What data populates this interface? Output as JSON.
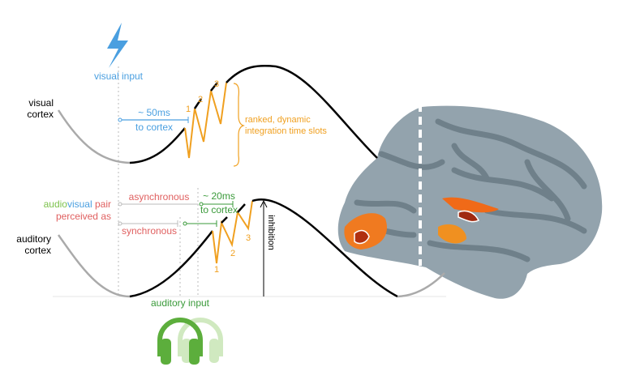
{
  "labels": {
    "visual_input": "visual input",
    "visual_cortex": [
      "visual",
      "cortex"
    ],
    "auditory_cortex": [
      "auditory",
      "cortex"
    ],
    "visual_delay": "~ 50ms",
    "visual_delay_sub": "to cortex",
    "auditory_delay": "~ 20ms",
    "auditory_delay_sub": "to cortex",
    "slots": [
      "ranked, dynamic",
      "integration time slots"
    ],
    "av_audio": "audio",
    "av_visual": "visual",
    "av_pair": " pair",
    "perceived_as": "perceived as",
    "asynchronous": "asynchronous",
    "synchronous": "synchronous",
    "inhibition": "inhibition",
    "auditory_input": "auditory input",
    "slot_numbers": [
      "1",
      "2",
      "3"
    ]
  },
  "icons": {
    "lightning": "lightning-bolt-icon",
    "headphones": "headphones-icon"
  },
  "colors": {
    "visual": "#4a9fe0",
    "auditory": "#5cae3c",
    "orange": "#f0a020",
    "red": "#e06060",
    "brain": "#8a9aa4",
    "brain_dark": "#6c7c86"
  }
}
